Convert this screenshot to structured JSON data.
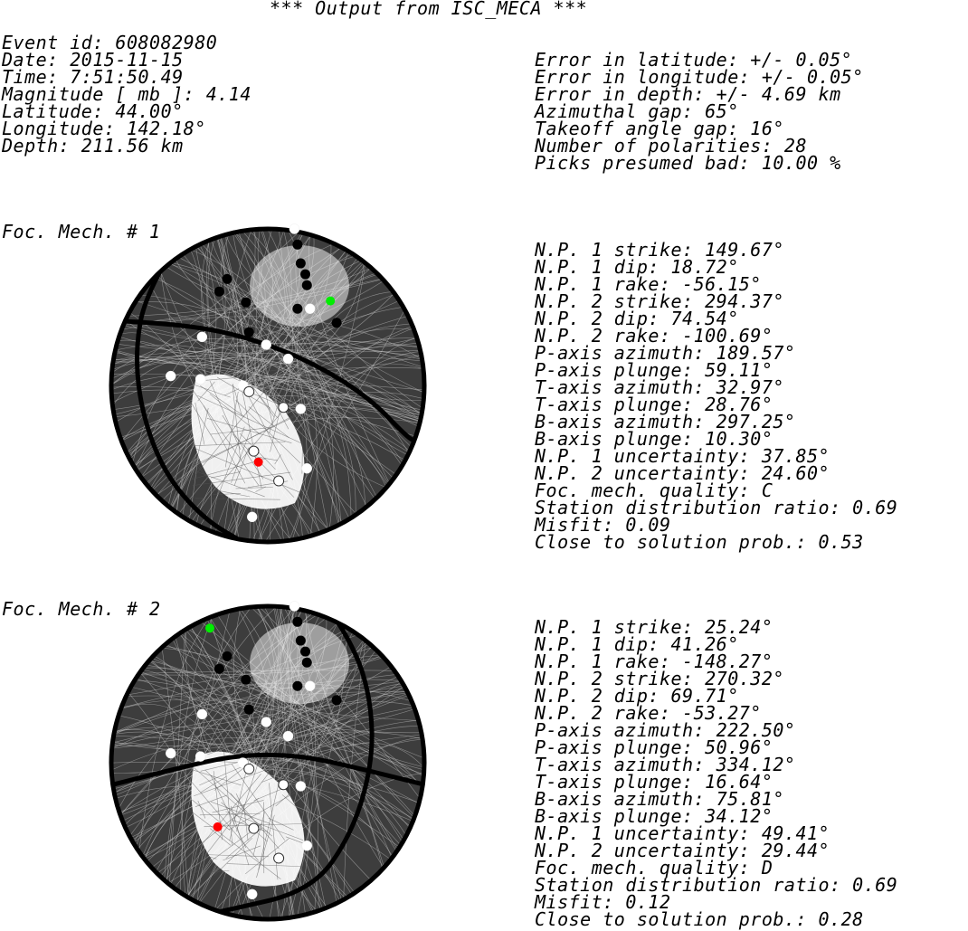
{
  "title": "*** Output from ISC_MECA ***",
  "event": [
    "Event id: 608082980",
    "Date: 2015-11-15",
    "Time: 7:51:50.49",
    "Magnitude [ mb ]: 4.14",
    "Latitude: 44.00°",
    "Longitude: 142.18°",
    "Depth: 211.56 km"
  ],
  "errors": [
    "Error in latitude: +/- 0.05°",
    "Error in longitude: +/- 0.05°",
    "Error in depth: +/- 4.69 km",
    "Azimuthal gap: 65°",
    "Takeoff angle gap: 16°",
    "Number of polarities: 28",
    "Picks presumed bad: 10.00 %"
  ],
  "colors": {
    "sphere": "#3d3d3d",
    "mesh": "#c8c8c8",
    "plane": "#000000",
    "p_axis": "#ff0000",
    "t_axis": "#00ee00"
  },
  "polarities": {
    "compression": [
      [
        0.19,
        -0.9
      ],
      [
        0.21,
        -0.78
      ],
      [
        0.24,
        -0.71
      ],
      [
        0.25,
        -0.64
      ],
      [
        -0.26,
        -0.68
      ],
      [
        -0.14,
        -0.53
      ],
      [
        -0.31,
        -0.6
      ],
      [
        0.19,
        -0.49
      ],
      [
        -0.12,
        -0.34
      ],
      [
        0.44,
        -0.4
      ]
    ],
    "dilatation": [
      [
        0.17,
        -1.0
      ],
      [
        0.27,
        -0.49
      ],
      [
        -0.42,
        -0.31
      ],
      [
        -0.01,
        -0.26
      ],
      [
        0.13,
        -0.17
      ],
      [
        -0.62,
        -0.06
      ],
      [
        -0.43,
        -0.04
      ],
      [
        -0.16,
        0.0
      ],
      [
        0.21,
        0.15
      ],
      [
        0.25,
        0.53
      ],
      [
        -0.1,
        0.84
      ]
    ],
    "open": [
      [
        -0.12,
        0.04
      ],
      [
        0.1,
        0.14
      ],
      [
        -0.09,
        0.42
      ],
      [
        0.07,
        0.61
      ]
    ]
  },
  "mechanisms": [
    {
      "label": "Foc. Mech. # 1",
      "p_axis": [
        -0.06,
        0.49
      ],
      "t_axis": [
        0.4,
        -0.54
      ],
      "planes": [
        [
          [
            -0.56,
            -0.95
          ],
          [
            -0.78,
            -0.6
          ],
          [
            -0.85,
            -0.2
          ],
          [
            -0.8,
            0.2
          ],
          [
            -0.65,
            0.58
          ],
          [
            -0.4,
            0.86
          ],
          [
            -0.16,
            1.0
          ]
        ],
        [
          [
            -0.91,
            -0.41
          ],
          [
            -0.52,
            -0.39
          ],
          [
            -0.1,
            -0.3
          ],
          [
            0.3,
            -0.14
          ],
          [
            0.65,
            0.08
          ],
          [
            0.89,
            0.33
          ],
          [
            0.95,
            0.36
          ]
        ]
      ],
      "lines": [
        "N.P. 1 strike: 149.67°",
        "N.P. 1 dip: 18.72°",
        "N.P. 1 rake: -56.15°",
        "N.P. 2 strike: 294.37°",
        "N.P. 2 dip: 74.54°",
        "N.P. 2 rake: -100.69°",
        "P-axis azimuth: 189.57°",
        "P-axis plunge: 59.11°",
        "T-axis azimuth: 32.97°",
        "T-axis plunge: 28.76°",
        "B-axis azimuth: 297.25°",
        "B-axis plunge: 10.30°",
        "N.P. 1 uncertainty: 37.85°",
        "N.P. 2 uncertainty: 24.60°",
        "Foc. mech. quality: C",
        "Station distribution ratio: 0.69",
        "Misfit: 0.09",
        "Close to solution prob.: 0.53"
      ]
    },
    {
      "label": "Foc. Mech. # 2",
      "p_axis": [
        -0.32,
        0.41
      ],
      "t_axis": [
        -0.37,
        -0.86
      ],
      "planes": [
        [
          [
            0.4,
            -0.97
          ],
          [
            0.55,
            -0.75
          ],
          [
            0.66,
            -0.4
          ],
          [
            0.67,
            0.0
          ],
          [
            0.54,
            0.45
          ],
          [
            0.28,
            0.82
          ],
          [
            -0.3,
            0.95
          ]
        ],
        [
          [
            -0.99,
            0.14
          ],
          [
            -0.6,
            0.04
          ],
          [
            -0.2,
            -0.05
          ],
          [
            0.2,
            -0.05
          ],
          [
            0.6,
            0.04
          ],
          [
            1.0,
            0.14
          ]
        ]
      ],
      "lines": [
        "N.P. 1 strike: 25.24°",
        "N.P. 1 dip: 41.26°",
        "N.P. 1 rake: -148.27°",
        "N.P. 2 strike: 270.32°",
        "N.P. 2 dip: 69.71°",
        "N.P. 2 rake: -53.27°",
        "P-axis azimuth: 222.50°",
        "P-axis plunge: 50.96°",
        "T-axis azimuth: 334.12°",
        "T-axis plunge: 16.64°",
        "B-axis azimuth: 75.81°",
        "B-axis plunge: 34.12°",
        "N.P. 1 uncertainty: 49.41°",
        "N.P. 2 uncertainty: 29.44°",
        "Foc. mech. quality: D",
        "Station distribution ratio: 0.69",
        "Misfit: 0.12",
        "Close to solution prob.: 0.28"
      ]
    }
  ]
}
